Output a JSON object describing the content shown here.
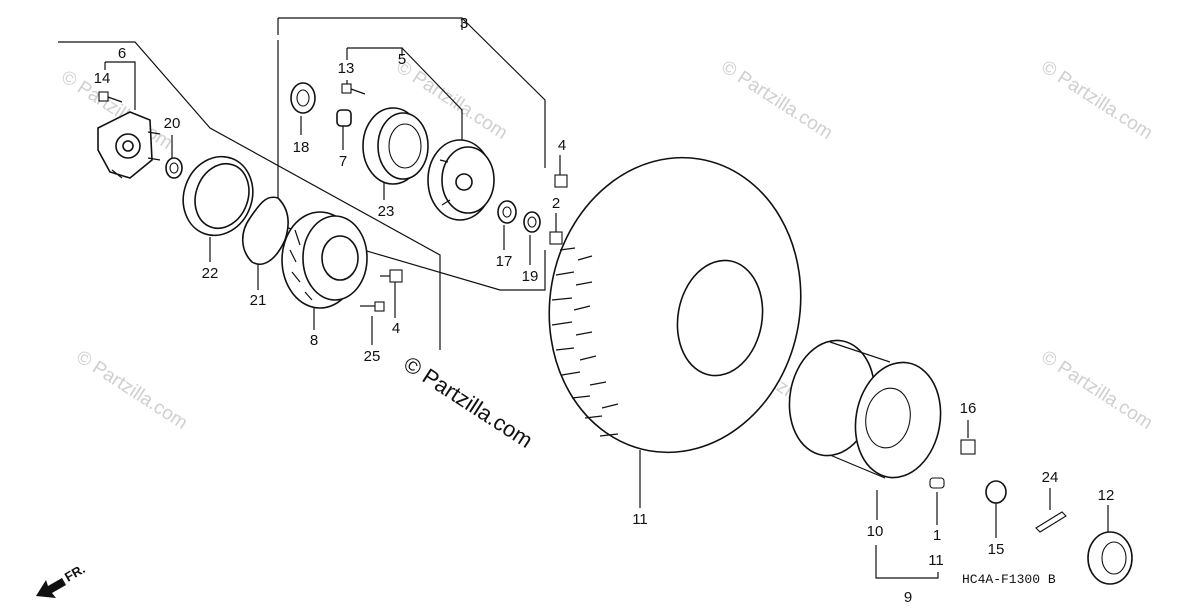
{
  "callouts": {
    "c1": "1",
    "c2": "2",
    "c3": "3",
    "c4a": "4",
    "c4b": "4",
    "c5": "5",
    "c6": "6",
    "c7": "7",
    "c8": "8",
    "c9": "9",
    "c10": "10",
    "c11a": "11",
    "c11b": "11",
    "c12": "12",
    "c13": "13",
    "c14": "14",
    "c15": "15",
    "c16": "16",
    "c17": "17",
    "c18": "18",
    "c19": "19",
    "c20": "20",
    "c21": "21",
    "c22": "22",
    "c23": "23",
    "c24": "24",
    "c25": "25"
  },
  "watermark": {
    "main": "© Partzilla.com",
    "faint": "© Partzilla.com"
  },
  "diagram_code": "HC4A-F1300 B",
  "front_label": "FR."
}
